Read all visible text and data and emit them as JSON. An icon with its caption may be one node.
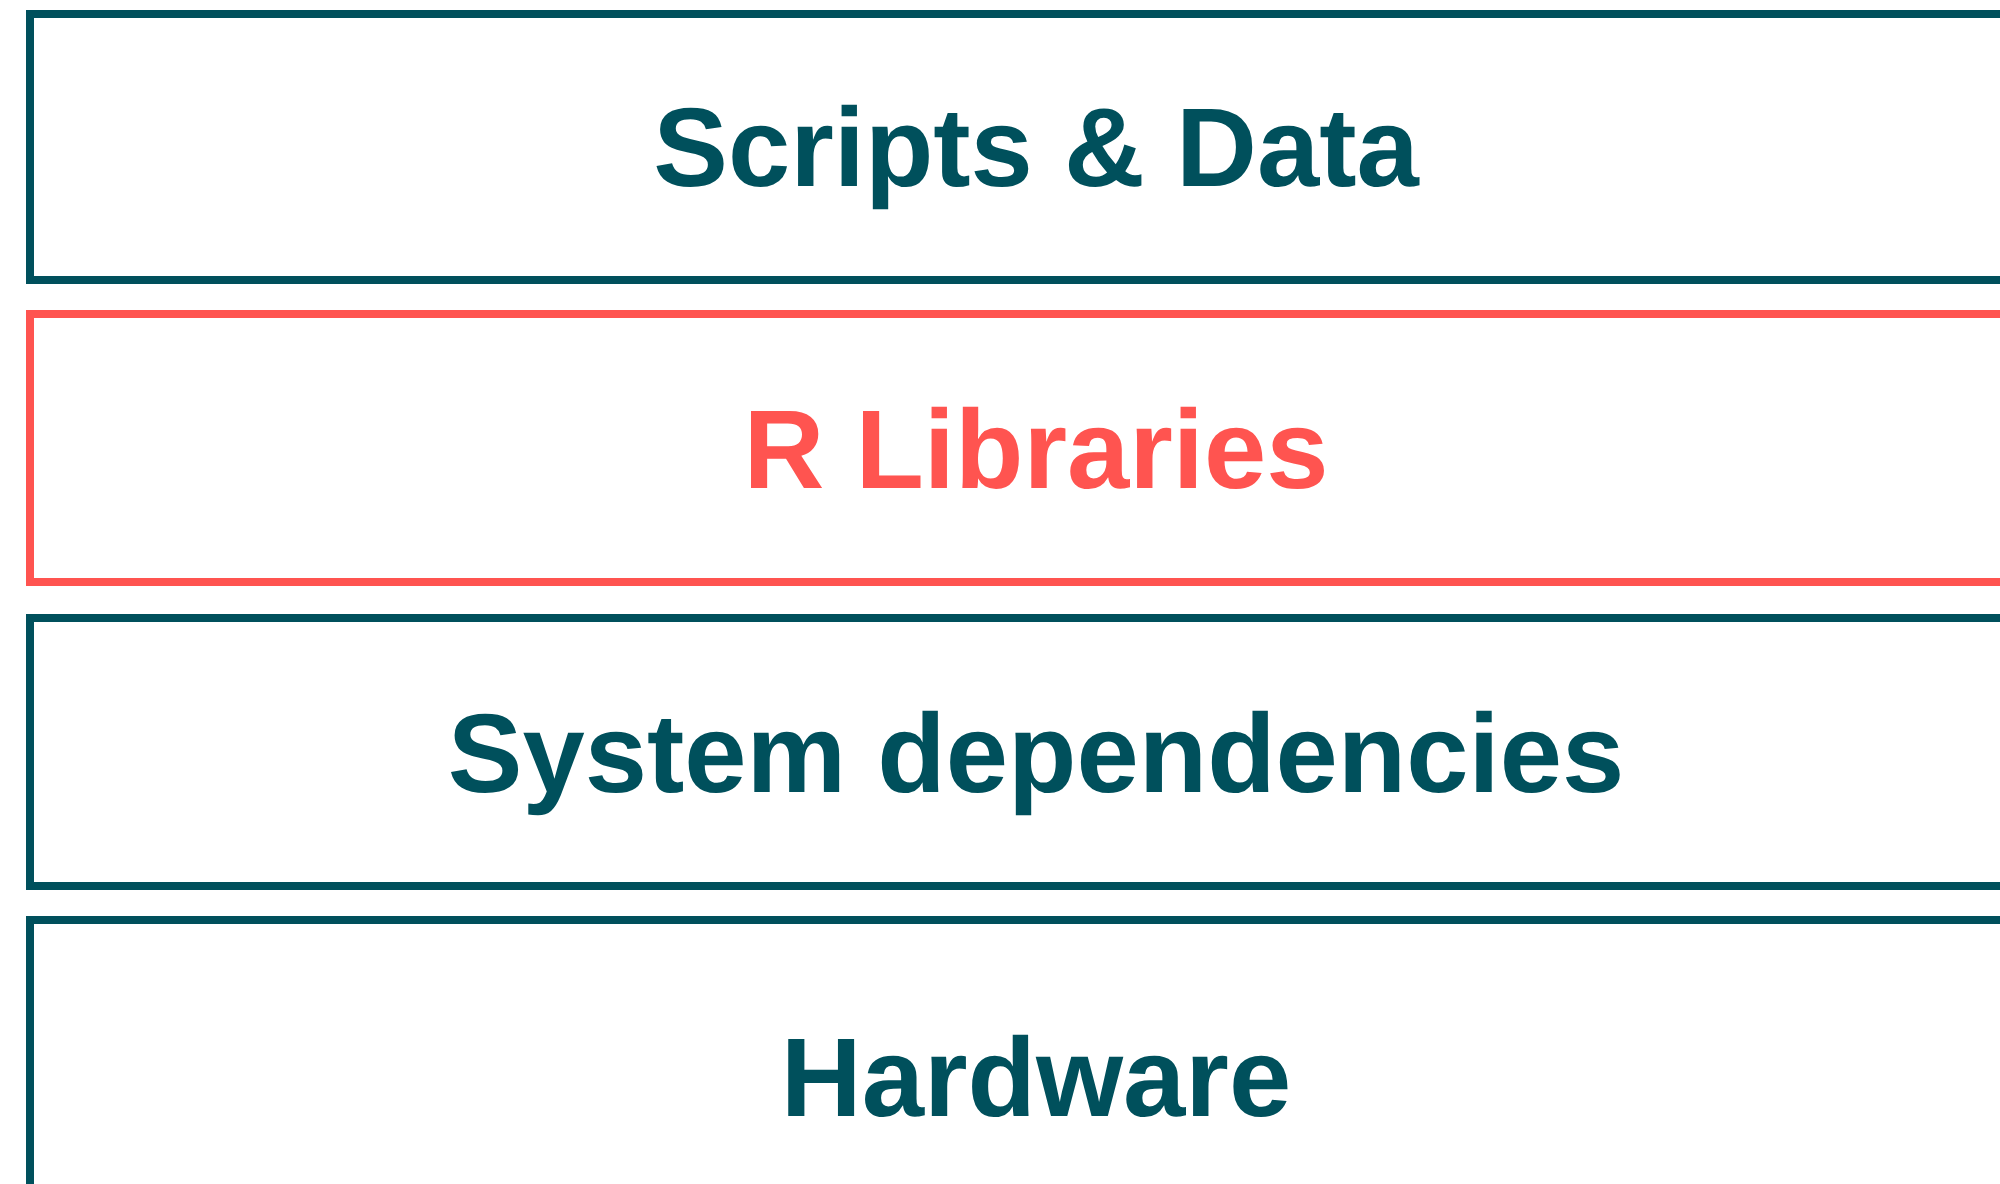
{
  "diagram": {
    "nodes": [
      {
        "text": [
          "Scripts & Data"
        ]
      },
      {
        "text": [
          "R Libraries"
        ]
      },
      {
        "text": [
          "System dependencies"
        ]
      },
      {
        "text": [
          "Hardware"
        ]
      }
    ]
  }
}
